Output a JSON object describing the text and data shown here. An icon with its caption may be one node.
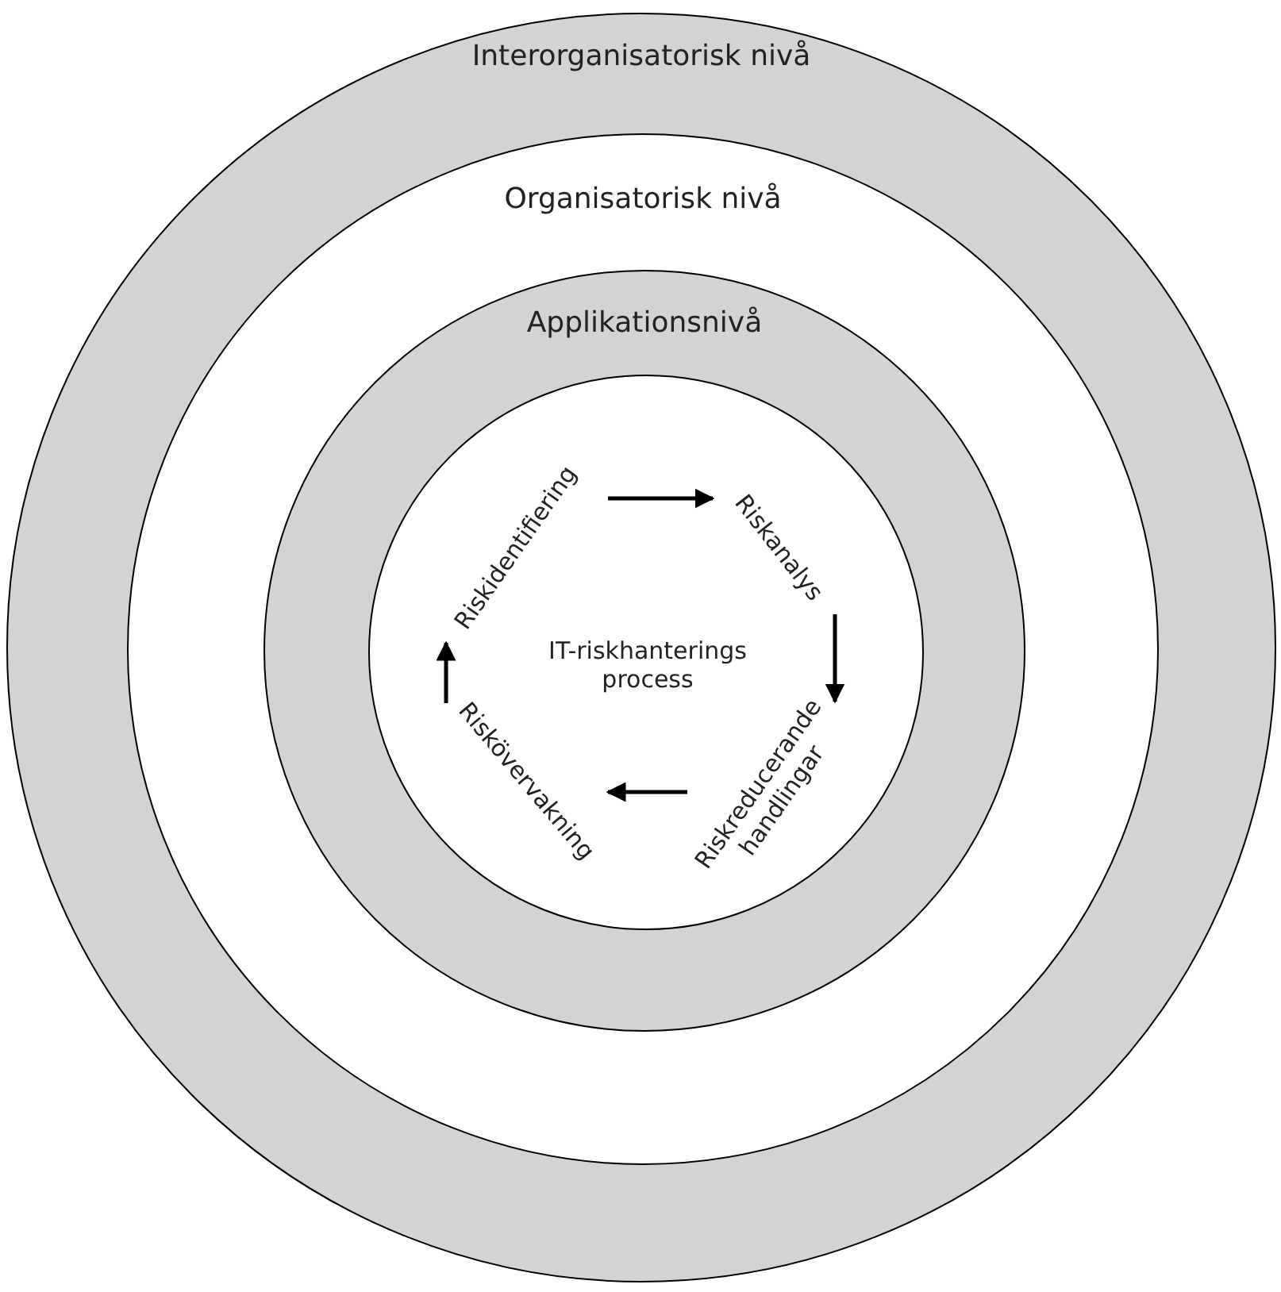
{
  "diagram": {
    "nodes": [
      {
        "text": [
          "Interorganisatorisk nivå"
        ]
      },
      {
        "text": [
          "Organisatorisk nivå"
        ],
        "in": 0
      },
      {
        "text": [
          "Applikationsnivå"
        ],
        "in": 1
      },
      {
        "text": [
          "IT-riskhanterings process"
        ],
        "in": 2
      },
      {
        "text": [
          "Riskidentifiering"
        ],
        "in": 3
      },
      {
        "text": [
          "Riskanalys"
        ],
        "in": 3
      },
      {
        "text": [
          "Riskreducerande handlingar"
        ],
        "in": 3
      },
      {
        "text": [
          "Riskövervakning"
        ],
        "in": 3
      }
    ],
    "edges": [
      {
        "from": 4,
        "to": 5,
        "arrow": "to"
      },
      {
        "from": 5,
        "to": 6,
        "arrow": "to"
      },
      {
        "from": 6,
        "to": 7,
        "arrow": "to"
      },
      {
        "from": 7,
        "to": 4,
        "arrow": "to"
      }
    ]
  }
}
